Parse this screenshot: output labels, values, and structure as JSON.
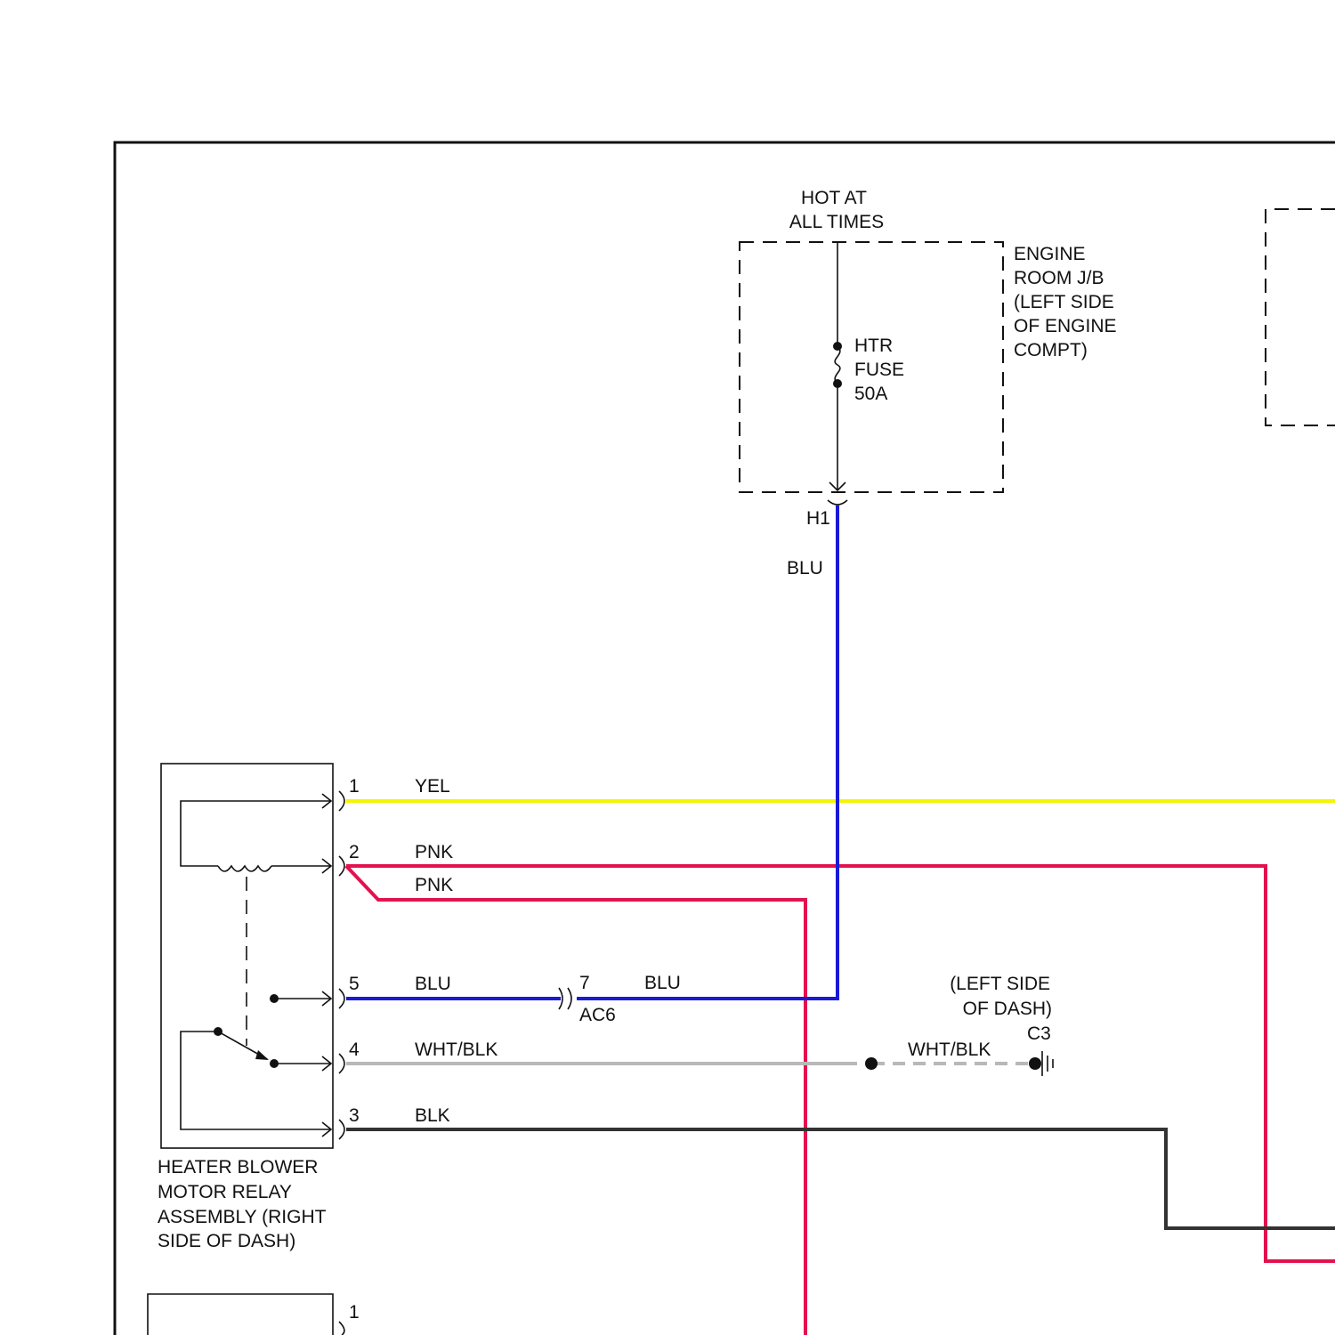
{
  "colors": {
    "yel": "#f5f500",
    "pnk": "#e3124f",
    "blu": "#1a1ad6",
    "wht_blk": "#b8b8b8",
    "blk": "#333333",
    "frame": "#111111"
  },
  "power": {
    "line1": "HOT AT",
    "line2": "ALL TIMES"
  },
  "junction_box": {
    "line1": "ENGINE",
    "line2": "ROOM J/B",
    "line3": "(LEFT SIDE",
    "line4": "OF ENGINE",
    "line5": "COMPT)"
  },
  "fuse": {
    "line1": "HTR",
    "line2": "FUSE",
    "line3": "50A"
  },
  "connector_h1": "H1",
  "wire_blu_vertical": "BLU",
  "relay": {
    "pins": [
      "1",
      "2",
      "5",
      "4",
      "3"
    ],
    "wires": [
      "YEL",
      "PNK",
      "PNK",
      "BLU",
      "WHT/BLK",
      "BLK"
    ],
    "label1": "HEATER BLOWER",
    "label2": "MOTOR RELAY",
    "label3": "ASSEMBLY (RIGHT",
    "label4": "SIDE OF DASH)"
  },
  "connector_ac6": {
    "pin": "7",
    "name": "AC6",
    "wire": "BLU"
  },
  "ground": {
    "line1": "(LEFT SIDE",
    "line2": "OF DASH)",
    "name": "C3",
    "wire": "WHT/BLK"
  },
  "lower_component": {
    "pin": "1"
  }
}
